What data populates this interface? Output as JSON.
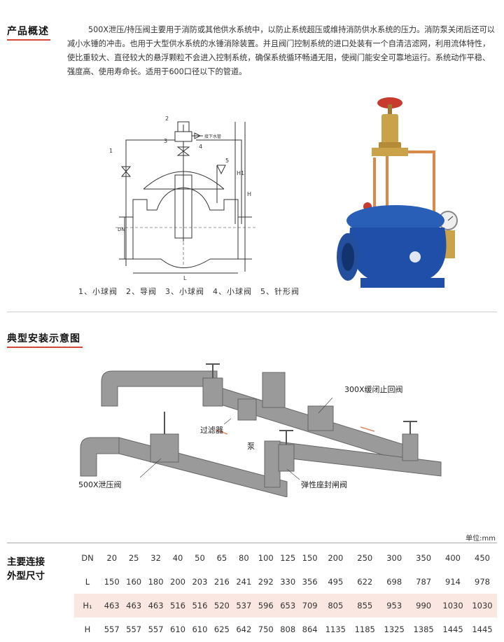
{
  "overview": {
    "title": "产品概述",
    "text": "500X泄压/持压阀主要用于消防或其他供水系统中，以防止系统超压或维持消防供水系统的压力。消防泵关闭后还可以减小水锤的冲击。也用于大型供水系统的水锤消除装置。并且阀门控制系统的进口处装有一个自清洁滤网，利用流体特性，使比重较大、直径较大的悬浮颗粒不会进入控制系统，确保系统循环畅通无阻，使阀门能安全可靠地运行。系统动作平稳、强度高、使用寿命长。适用于600口径以下的管道。"
  },
  "diagram": {
    "num_labels": [
      "1",
      "2",
      "3",
      "4",
      "5"
    ],
    "drain_label": "接下水管",
    "dim_labels": {
      "h1": "H1",
      "h": "H",
      "dn": "DN",
      "l": "L"
    },
    "legend": "1、小球阀　2、导阀　3、小球阀　4、小球阀　5、针形阀"
  },
  "install": {
    "title": "典型安装示意图",
    "labels": {
      "check_valve": "300X缓闭止回阀",
      "strainer": "过滤器",
      "pump": "泵",
      "relief_valve": "500X泄压阀",
      "gate_valve": "弹性座封闸阀"
    }
  },
  "dimensions": {
    "unit": "单位:mm",
    "title_line1": "主要连接",
    "title_line2": "外型尺寸",
    "rows": [
      {
        "label": "DN",
        "values": [
          "20",
          "25",
          "32",
          "40",
          "50",
          "65",
          "80",
          "100",
          "125",
          "150",
          "200",
          "250",
          "300",
          "350",
          "400",
          "450"
        ]
      },
      {
        "label": "L",
        "values": [
          "150",
          "160",
          "180",
          "200",
          "203",
          "216",
          "241",
          "292",
          "330",
          "356",
          "495",
          "622",
          "698",
          "787",
          "914",
          "978"
        ]
      },
      {
        "label": "H₁",
        "values": [
          "463",
          "463",
          "463",
          "516",
          "516",
          "520",
          "537",
          "596",
          "653",
          "709",
          "805",
          "855",
          "953",
          "990",
          "1030",
          "1030"
        ]
      },
      {
        "label": "H",
        "values": [
          "557",
          "557",
          "557",
          "610",
          "610",
          "625",
          "642",
          "750",
          "808",
          "864",
          "1135",
          "1185",
          "1325",
          "1385",
          "1445",
          "1445"
        ]
      }
    ]
  },
  "colors": {
    "accent": "#d4473b",
    "valve_blue": "#1f4fa8",
    "brass": "#c9a24a",
    "pipe_gray": "#9a9a9a",
    "highlight_row": "#fbe7e1"
  }
}
